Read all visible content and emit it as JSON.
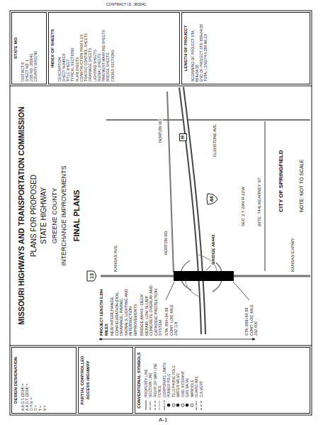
{
  "diagram": {
    "title": "MISSOURI HIGHWAYS AND TRANSPORTATION COMMISSION",
    "nodes": [
      {
        "text": [
          "DESIGN DESIGNATION",
          "A.A.D.T. (2014) =",
          "A.A.D.T. (2034) =",
          "D.H.V. =",
          "D =",
          "T =",
          "V ="
        ]
      },
      {
        "text": [
          "PARTIAL CONTROLLED ACCESS HIGHWAY"
        ]
      },
      {
        "text": [
          "CONVENTIONAL SYMBOLS"
        ]
      },
      {
        "text": [
          "STATE MO",
          "DISTRICT 8",
          "SHEET NO. 1",
          "JOB NO. J8I3041",
          "COUNTY GREENE"
        ]
      },
      {
        "text": [
          "INDEX OF SHEETS",
          "DESCRIPTION",
          "SHEET NUMBER",
          "TITLE SHEET",
          "TYPICAL SECTIONS",
          "PLAN SHEETS",
          "CONSTRUCTION PROFILES",
          "TRAFFIC CONTROL SHEETS",
          "DRAINAGE SHEETS",
          "LIGHTING SHEETS",
          "SIGNAL SHEETS",
          "PAVEMENT MARKING SHEETS",
          "BRIDGE SHEETS",
          "CROSS SECTIONS"
        ]
      },
      {
        "text": [
          "LENGTH OF PROJECT",
          "BEGINNING OF PROJECT STA. 654+54.58",
          "END OF PROJECT STA. 659+54.58",
          "TOTAL LENGTH 0.284 MILES"
        ]
      },
      {
        "text": [
          "13"
        ]
      },
      {
        "text": [
          "44"
        ]
      },
      {
        "text": [
          "H"
        ]
      }
    ],
    "labels": [
      "PLANS FOR PROPOSED",
      "STATE HIGHWAY",
      "GREENE COUNTY",
      "INTERCHANGE IMPROVEMENTS",
      "FINAL PLANS",
      "PROJECT LENGTH 0.284 MILES",
      "NEW INTERCHANGE CONFIGURATION (DDI), DRAINAGE, PAVING, SIGNALS, LIGHTING AND INTERSECTION IMPROVEMENTS",
      "BRIDGE A6443 - DECK REPAIR, LOW SLUMP CONCRETE OVERLAY AND CATHODIC PROTECTION SYSTEM",
      "STA. 654+54.58 CONT. LOG MILE 232.116",
      "STA. 659+54.58 CONT. LOG MILE 232.400",
      "KANSAS AVE",
      "KANSAS EXPWY.",
      "NORTON RD.",
      "NORTON RD.",
      "GLENSTONE AVE.",
      "BRIDGE A6443",
      "SEC 2 T-29N R-22W",
      "(RTE. 744) KEARNEY ST.",
      "CITY OF SPRINGFIELD",
      "NOTE: NOT TO SCALE",
      "A-1",
      "CONTRACT I.D. J8I3041"
    ],
    "legend": [
      {
        "text": "PROPERTY LINE"
      },
      {
        "text": "SECTION LINE"
      },
      {
        "text": "RIGHT OF WAY LINE"
      },
      {
        "text": "FENCE"
      },
      {
        "text": "CORPORATE LIMITS"
      },
      {
        "text": "POWER POLE"
      },
      {
        "text": "TELEPHONE POLE"
      },
      {
        "text": "WATER VALVE"
      },
      {
        "text": "FIRE HYDRANT"
      },
      {
        "text": "GAS VALVE"
      },
      {
        "text": "MANHOLE"
      },
      {
        "text": "GUARD RAIL"
      },
      {
        "text": "CULVERT"
      }
    ]
  }
}
